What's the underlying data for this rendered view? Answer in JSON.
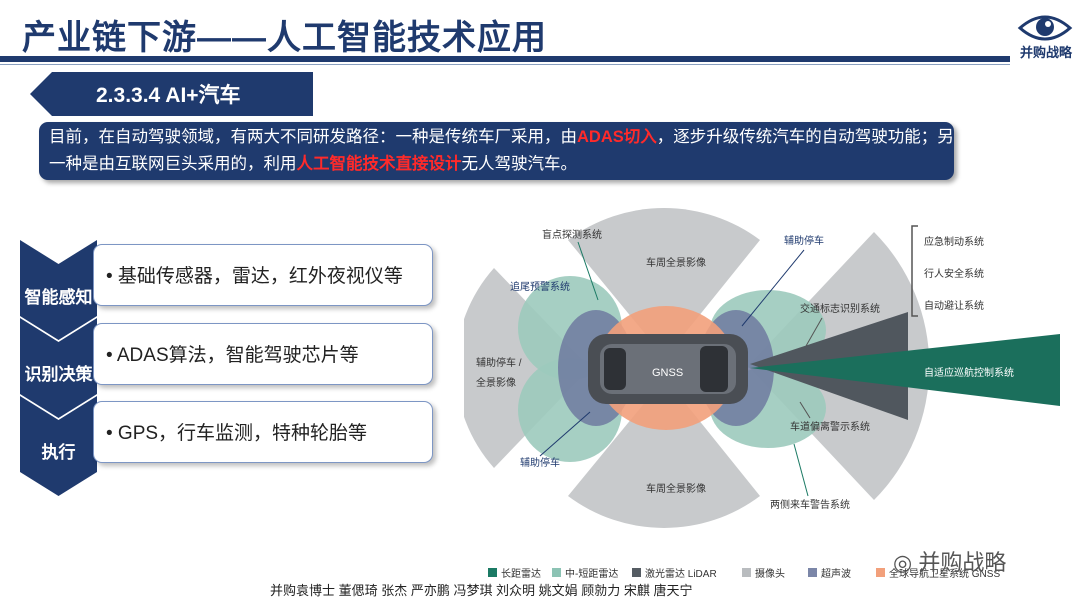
{
  "header": {
    "title": "产业链下游——人工智能技术应用",
    "logo_text": "并购战略"
  },
  "section": {
    "label": "2.3.3.4 AI+汽车"
  },
  "intro": {
    "part1": "目前，在自动驾驶领域，有两大不同研发路径：一种是传统车厂采用，由",
    "highlight1": "ADAS切入",
    "part2": "，逐步升级传统汽车的自动驾驶功能；另一种是由互联网巨头采用的，利用",
    "highlight2": "人工智能技术直接设计",
    "part3": "无人驾驶汽车。"
  },
  "flow": [
    {
      "stage": "智能感知",
      "item": "• 基础传感器，雷达，红外夜视仪等"
    },
    {
      "stage": "识别决策",
      "item": "• ADAS算法，智能驾驶芯片等"
    },
    {
      "stage": "执行",
      "item": "• GPS，行车监测，特种轮胎等"
    }
  ],
  "diagram": {
    "labels": {
      "blind_spot": "盲点探测系统",
      "surround_top": "车周全景影像",
      "parking_top": "辅助停车",
      "rear_collision": "追尾预警系统",
      "rear_parking_1": "辅助停车 /",
      "rear_parking_2": "全景影像",
      "gnss": "GNSS",
      "parking_bottom": "辅助停车",
      "surround_bottom": "车周全景影像",
      "traffic_sign": "交通标志识别系统",
      "lane_departure": "车道偏离警示系统",
      "cross_traffic": "两侧来车警告系统",
      "acc": "自适应巡航控制系统",
      "emergency_brake": "应急制动系统",
      "pedestrian": "行人安全系统",
      "avoid": "自动避让系统"
    },
    "legend": [
      {
        "label": "长距雷达",
        "color": "#1b7a64"
      },
      {
        "label": "中-短距雷达",
        "color": "#8cc3b4"
      },
      {
        "label": "激光雷达 LiDAR",
        "color": "#555c63"
      },
      {
        "label": "摄像头",
        "color": "#b9bcbf"
      },
      {
        "label": "超声波",
        "color": "#7b86a8"
      },
      {
        "label": "全球导航卫星系统 GNSS",
        "color": "#f2a07b"
      }
    ]
  },
  "colors": {
    "brand": "#1f3a6e",
    "highlight": "#ff2a2a"
  },
  "footer": {
    "authors": "并购袁博士 董偲琦 张杰 严亦鹏 冯梦琪 刘众明 姚文娟 顾勍力 宋麒 唐天宁",
    "watermark": "并购战略"
  }
}
